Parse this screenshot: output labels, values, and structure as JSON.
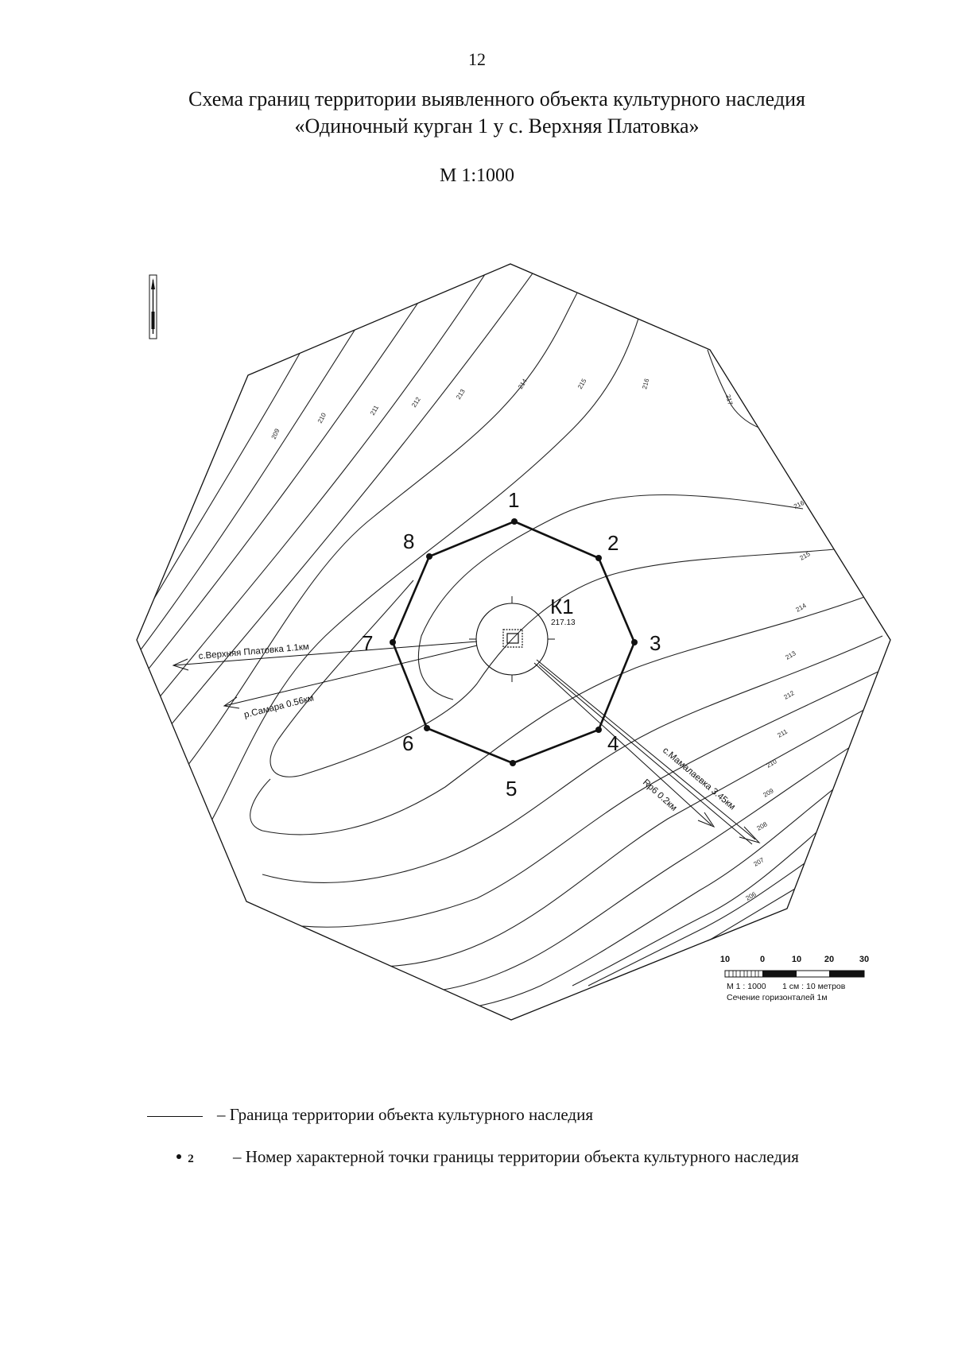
{
  "page_number": "12",
  "title": {
    "line1": "Схема границ территории выявленного объекта культурного наследия",
    "line2": "«Одиночный курган 1 у с. Верхняя Платовка»"
  },
  "scale": "М 1:1000",
  "map": {
    "site_label": "К1",
    "site_elevation": "217.13",
    "boundary_points": [
      "1",
      "2",
      "3",
      "4",
      "5",
      "6",
      "7",
      "8"
    ],
    "directions": [
      {
        "label": "с.Верхняя Платовка 1.1км"
      },
      {
        "label": "р.Самара 0.56км"
      },
      {
        "label": "с.Мамалаевка 3.45км"
      },
      {
        "label": "Rp6 0.2км"
      }
    ],
    "contour_labels": [
      "209",
      "210",
      "211",
      "212",
      "213",
      "214",
      "215",
      "216",
      "217",
      "216",
      "215",
      "214",
      "213",
      "212",
      "211",
      "210",
      "209",
      "208",
      "207",
      "206"
    ],
    "scale_bar": {
      "ticks": [
        "10",
        "0",
        "10",
        "20",
        "30"
      ],
      "caption1": "М 1 : 1000",
      "caption2": "1 см : 10 метров",
      "caption3": "Сечение горизонталей 1м"
    }
  },
  "legend": {
    "boundary_text": "– Граница территории объекта культурного наследия",
    "point_number": "2",
    "point_text": "– Номер характерной точки границы территории объекта культурного наследия"
  },
  "colors": {
    "ink": "#111111",
    "paper": "#ffffff"
  }
}
